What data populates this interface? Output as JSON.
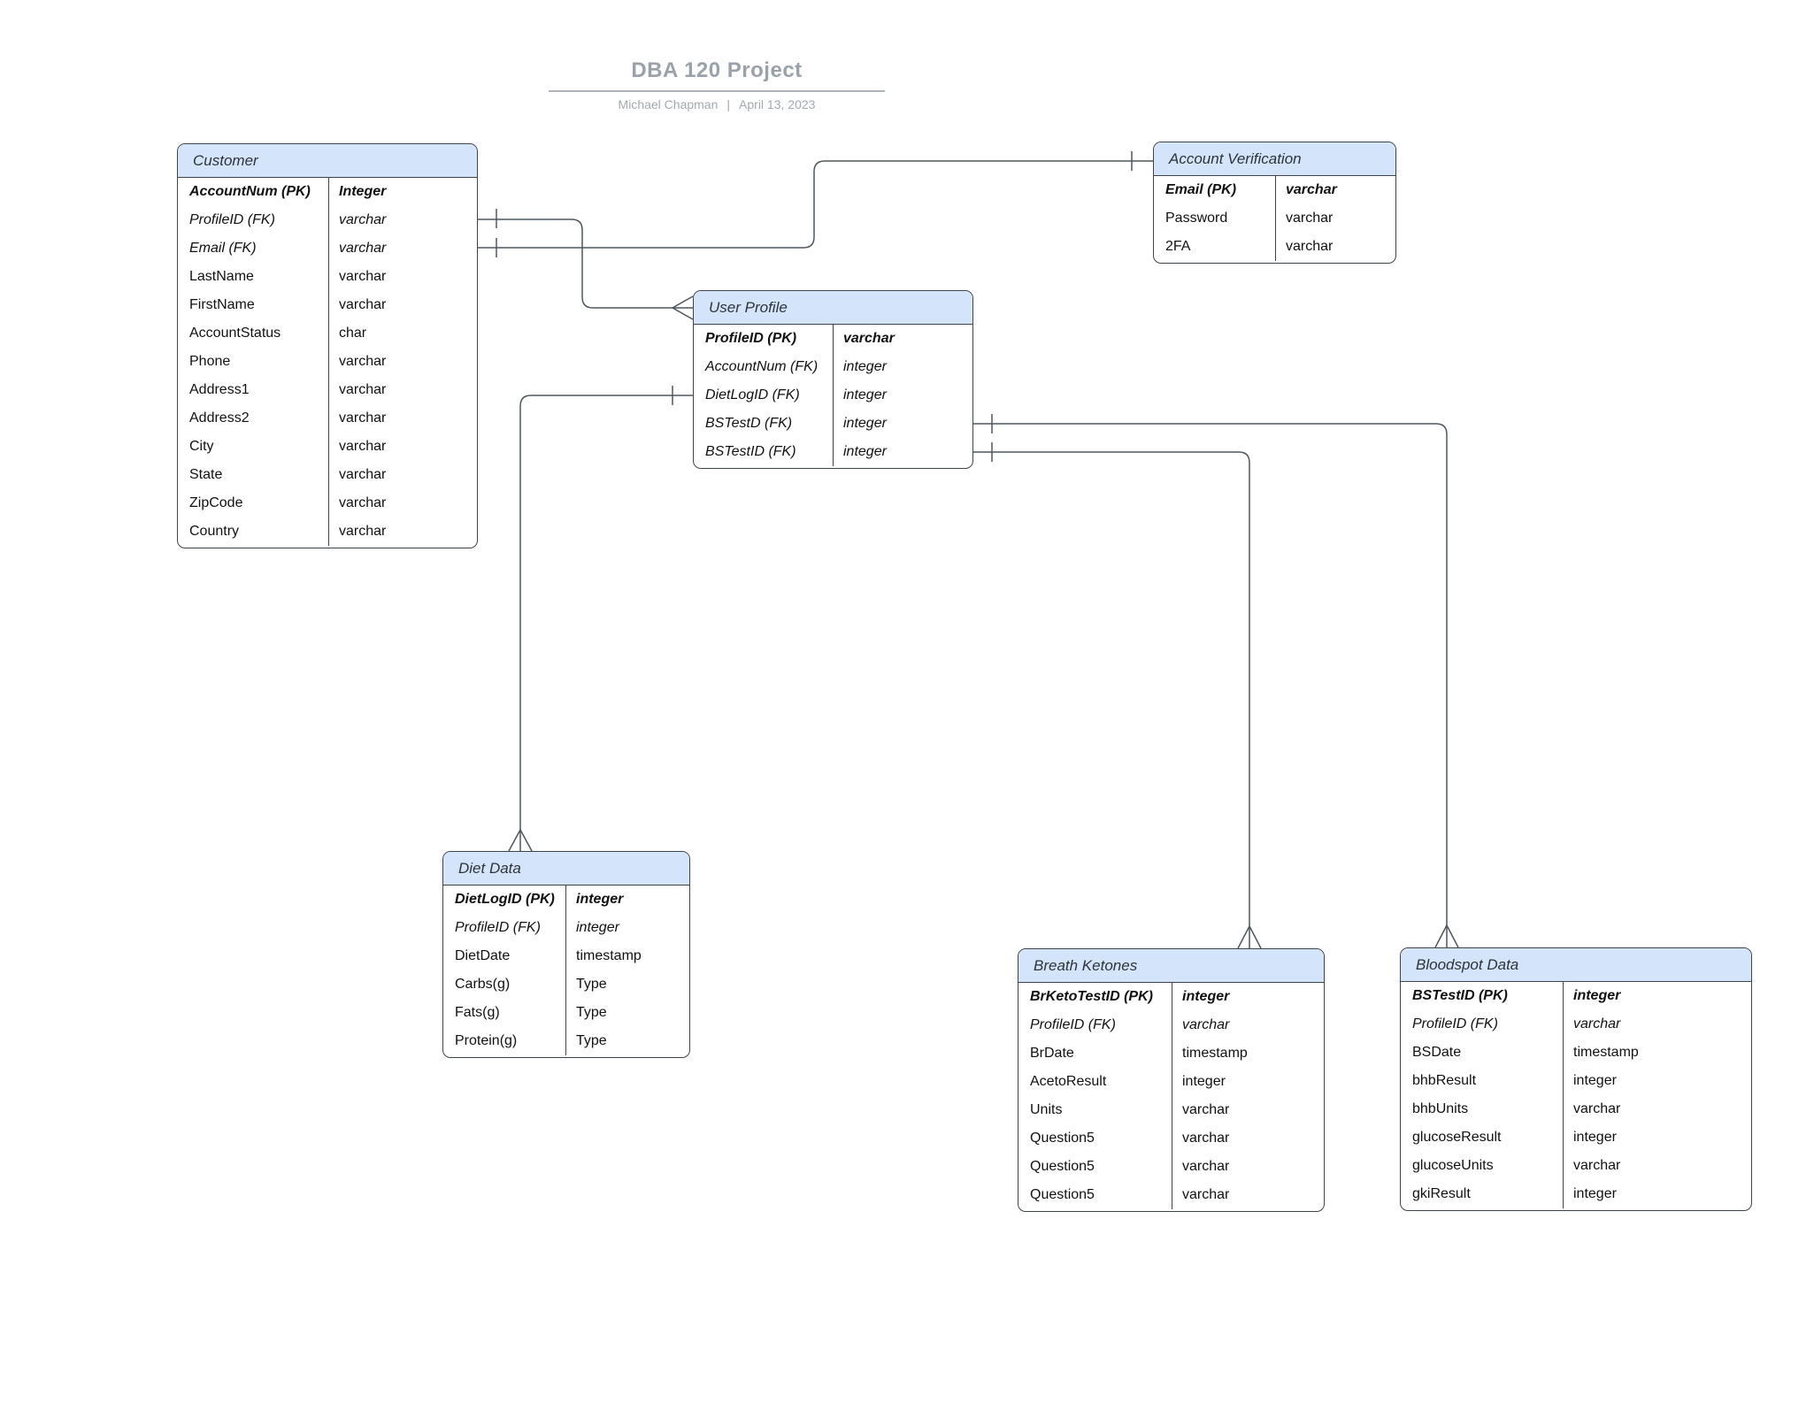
{
  "header": {
    "title": "DBA 120 Project",
    "author": "Michael Chapman",
    "separator": "|",
    "date": "April 13, 2023"
  },
  "colors": {
    "entity_header_fill": "#d4e5fb",
    "entity_border": "#3d444a",
    "connector": "#4d565e",
    "title_text": "#99a1ab"
  },
  "entities": [
    {
      "id": "customer",
      "title": "Customer",
      "rows": [
        {
          "name": "AccountNum (PK)",
          "type": "Integer",
          "key": "pk"
        },
        {
          "name": "ProfileID (FK)",
          "type": "varchar",
          "key": "fk"
        },
        {
          "name": "Email (FK)",
          "type": "varchar",
          "key": "fk"
        },
        {
          "name": "LastName",
          "type": "varchar",
          "key": ""
        },
        {
          "name": "FirstName",
          "type": "varchar",
          "key": ""
        },
        {
          "name": "AccountStatus",
          "type": "char",
          "key": ""
        },
        {
          "name": "Phone",
          "type": "varchar",
          "key": ""
        },
        {
          "name": "Address1",
          "type": "varchar",
          "key": ""
        },
        {
          "name": "Address2",
          "type": "varchar",
          "key": ""
        },
        {
          "name": "City",
          "type": "varchar",
          "key": ""
        },
        {
          "name": "State",
          "type": "varchar",
          "key": ""
        },
        {
          "name": "ZipCode",
          "type": "varchar",
          "key": ""
        },
        {
          "name": "Country",
          "type": "varchar",
          "key": ""
        }
      ]
    },
    {
      "id": "account_verification",
      "title": "Account Verification",
      "rows": [
        {
          "name": "Email (PK)",
          "type": "varchar",
          "key": "pk"
        },
        {
          "name": "Password",
          "type": "varchar",
          "key": ""
        },
        {
          "name": "2FA",
          "type": "varchar",
          "key": ""
        }
      ]
    },
    {
      "id": "user_profile",
      "title": "User Profile",
      "rows": [
        {
          "name": "ProfileID (PK)",
          "type": "varchar",
          "key": "pk"
        },
        {
          "name": "AccountNum (FK)",
          "type": "integer",
          "key": "fk"
        },
        {
          "name": "DietLogID (FK)",
          "type": "integer",
          "key": "fk"
        },
        {
          "name": "BSTestD (FK)",
          "type": "integer",
          "key": "fk"
        },
        {
          "name": "BSTestID (FK)",
          "type": "integer",
          "key": "fk"
        }
      ]
    },
    {
      "id": "diet_data",
      "title": "Diet Data",
      "rows": [
        {
          "name": "DietLogID (PK)",
          "type": "integer",
          "key": "pk"
        },
        {
          "name": "ProfileID (FK)",
          "type": "integer",
          "key": "fk"
        },
        {
          "name": "DietDate",
          "type": "timestamp",
          "key": ""
        },
        {
          "name": "Carbs(g)",
          "type": "Type",
          "key": ""
        },
        {
          "name": "Fats(g)",
          "type": "Type",
          "key": ""
        },
        {
          "name": "Protein(g)",
          "type": "Type",
          "key": ""
        }
      ]
    },
    {
      "id": "breath_ketones",
      "title": "Breath Ketones",
      "rows": [
        {
          "name": "BrKetoTestID (PK)",
          "type": "integer",
          "key": "pk"
        },
        {
          "name": "ProfileID (FK)",
          "type": "varchar",
          "key": "fk"
        },
        {
          "name": "BrDate",
          "type": "timestamp",
          "key": ""
        },
        {
          "name": "AcetoResult",
          "type": "integer",
          "key": ""
        },
        {
          "name": "Units",
          "type": "varchar",
          "key": ""
        },
        {
          "name": "Question5",
          "type": "varchar",
          "key": ""
        },
        {
          "name": "Question5",
          "type": "varchar",
          "key": ""
        },
        {
          "name": "Question5",
          "type": "varchar",
          "key": ""
        }
      ]
    },
    {
      "id": "bloodspot_data",
      "title": "Bloodspot Data",
      "rows": [
        {
          "name": "BSTestID (PK)",
          "type": "integer",
          "key": "pk"
        },
        {
          "name": "ProfileID (FK)",
          "type": "varchar",
          "key": "fk"
        },
        {
          "name": "BSDate",
          "type": "timestamp",
          "key": ""
        },
        {
          "name": "bhbResult",
          "type": "integer",
          "key": ""
        },
        {
          "name": "bhbUnits",
          "type": "varchar",
          "key": ""
        },
        {
          "name": "glucoseResult",
          "type": "integer",
          "key": ""
        },
        {
          "name": "glucoseUnits",
          "type": "varchar",
          "key": ""
        },
        {
          "name": "gkiResult",
          "type": "integer",
          "key": ""
        }
      ]
    },
    {
      "id": "",
      "title": "",
      "rows": []
    }
  ],
  "relationships": [
    {
      "from": "Customer.ProfileID (FK)",
      "to": "User Profile",
      "from_cardinality": "one",
      "to_cardinality": "many"
    },
    {
      "from": "Customer.Email (FK)",
      "to": "Account Verification.Email (PK)",
      "from_cardinality": "one",
      "to_cardinality": "one"
    },
    {
      "from": "User Profile.DietLogID (FK)",
      "to": "Diet Data",
      "from_cardinality": "one",
      "to_cardinality": "many"
    },
    {
      "from": "User Profile.BSTestD (FK)",
      "to": "Bloodspot Data",
      "from_cardinality": "one",
      "to_cardinality": "many"
    },
    {
      "from": "User Profile.BSTestID (FK)",
      "to": "Breath Ketones",
      "from_cardinality": "one",
      "to_cardinality": "many"
    }
  ]
}
